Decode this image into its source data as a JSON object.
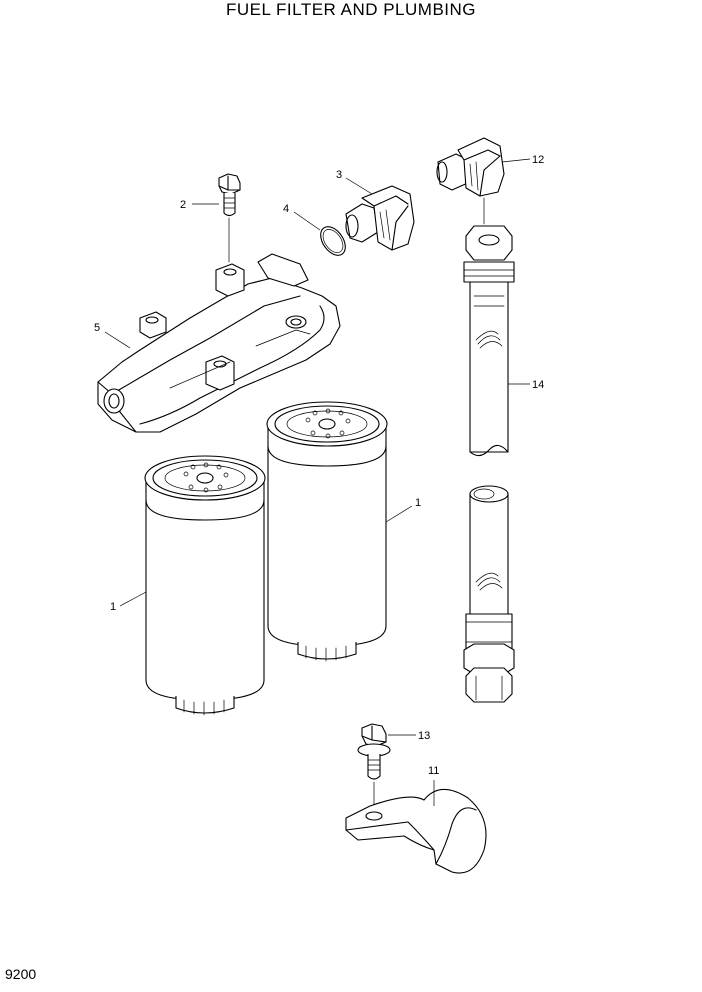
{
  "title": "FUEL FILTER AND PLUMBING",
  "page_number": "9200",
  "callouts": [
    "1",
    "1",
    "2",
    "3",
    "4",
    "5",
    "11",
    "12",
    "13",
    "14"
  ]
}
